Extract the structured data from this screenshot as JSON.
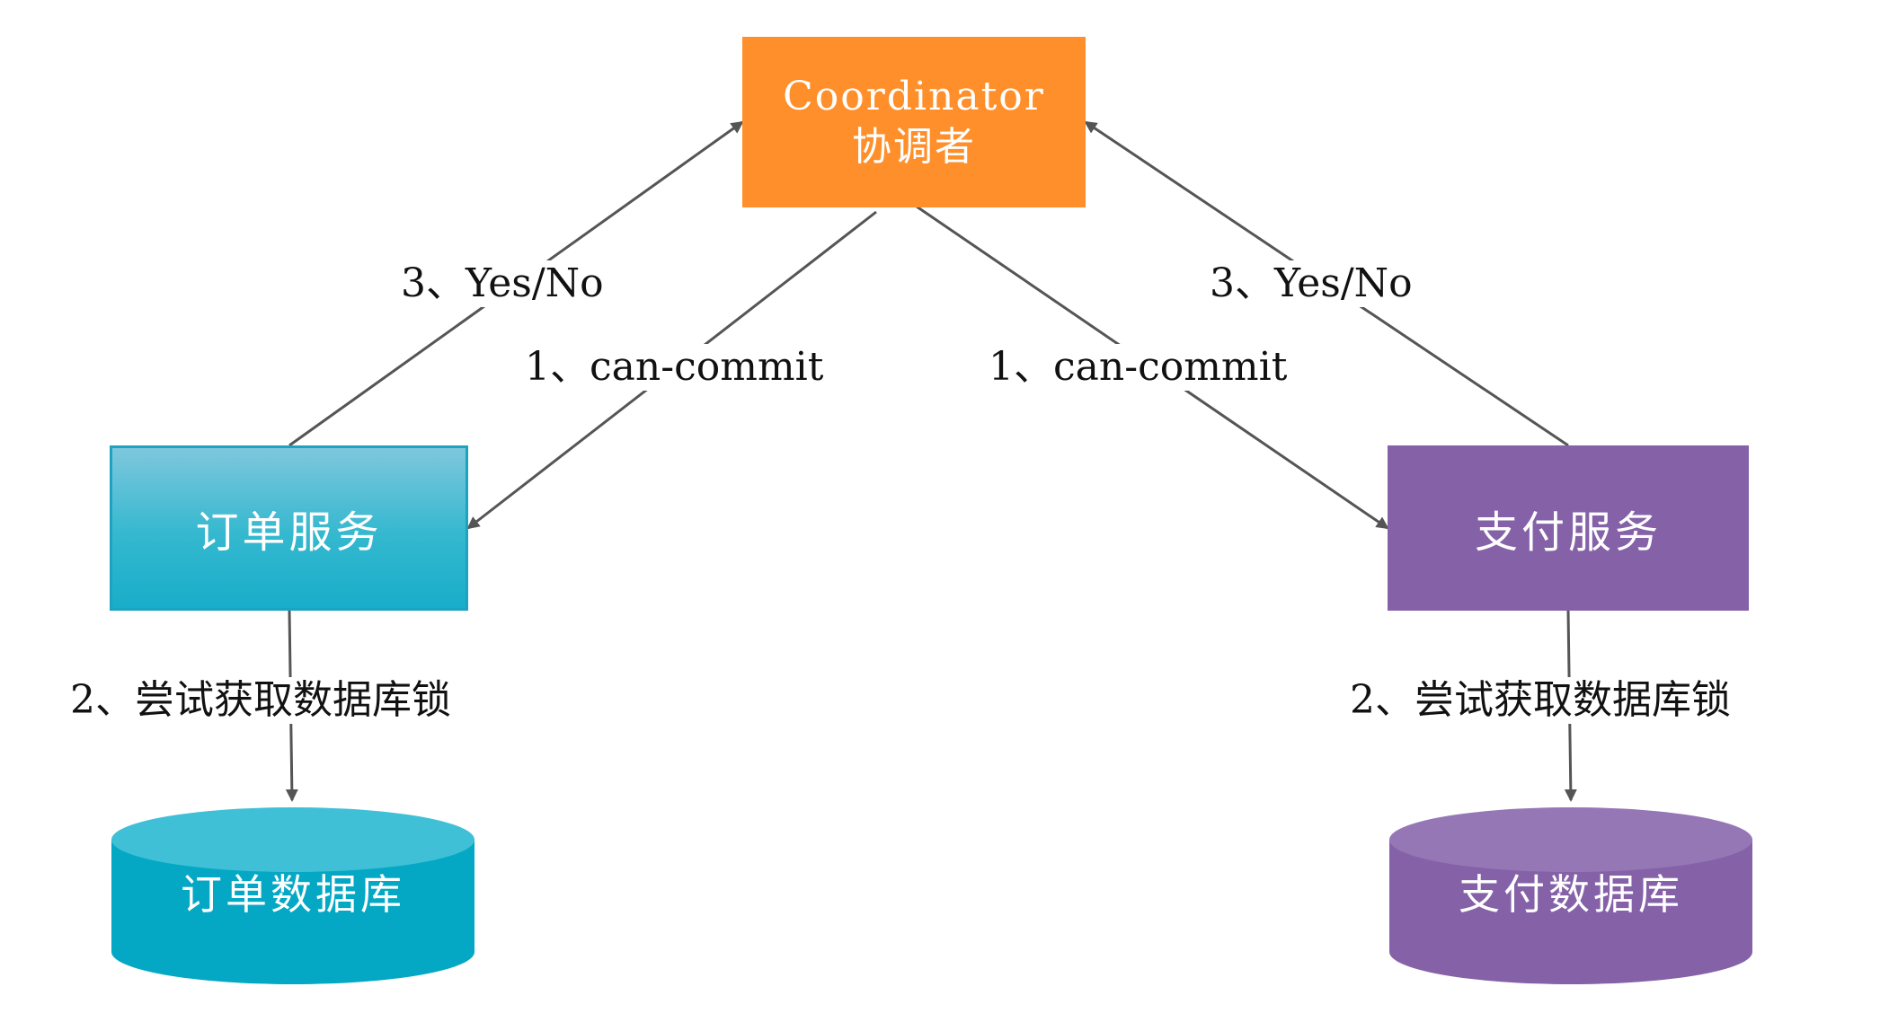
{
  "coordinator": {
    "title": "Coordinator",
    "subtitle": "协调者"
  },
  "services": {
    "order": {
      "label": "订单服务"
    },
    "payment": {
      "label": "支付服务"
    }
  },
  "databases": {
    "order": {
      "label": "订单数据库"
    },
    "payment": {
      "label": "支付数据库"
    }
  },
  "edges": {
    "vote_left": "3、Yes/No",
    "vote_right": "3、Yes/No",
    "request_left": "1、can-commit",
    "request_right": "1、can-commit",
    "lock_left": "2、尝试获取数据库锁",
    "lock_right": "2、尝试获取数据库锁"
  },
  "colors": {
    "coordinator": "#ff8f2a",
    "order": "#29b3cc",
    "payment": "#8562a8",
    "arrow": "#555555"
  }
}
